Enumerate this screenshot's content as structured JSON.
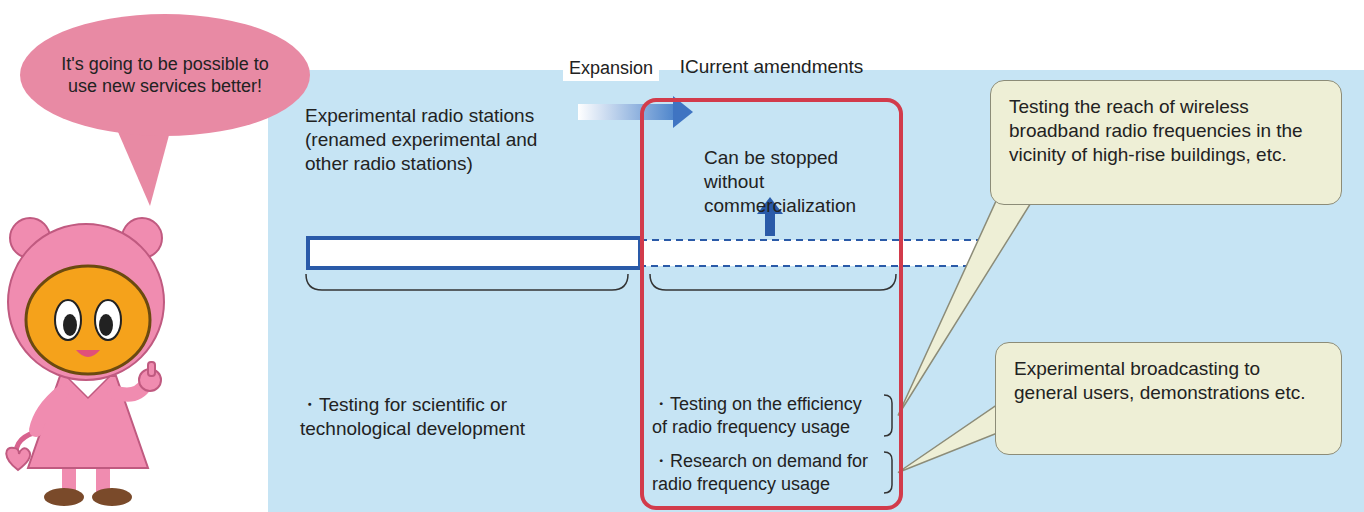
{
  "diagram": {
    "nodes": [
      {
        "text": [
          "It's going to be possible to use new services better!"
        ]
      },
      {
        "text": [
          "Experimental radio stations (renamed experimental and other radio stations)",
          "・Testing for scientific or technological development"
        ]
      },
      {
        "text": [
          "ICurrent amendments",
          "Can be stopped without commercialization",
          "・Testing on the efficiency of radio frequency usage",
          "・Research on demand for radio frequency usage"
        ],
        "in": 1
      },
      {
        "text": [
          "Testing the reach of wireless broadband radio frequencies in the vicinity of high-rise buildings, etc."
        ],
        "in": 1
      },
      {
        "text": [
          "Experimental broadcasting to general users, demonstrations etc."
        ],
        "in": 1
      }
    ],
    "labels": [
      "Expansion"
    ]
  }
}
